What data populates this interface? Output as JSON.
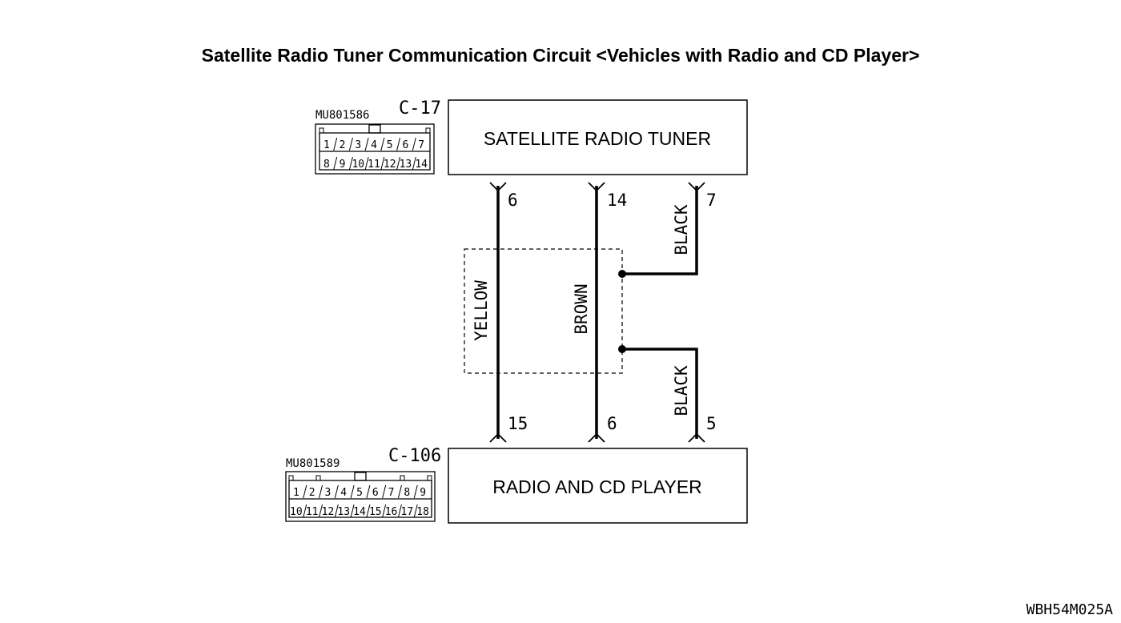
{
  "title": "Satellite Radio Tuner Communication Circuit <Vehicles with Radio and CD Player>",
  "components": {
    "tuner": {
      "label": "SATELLITE RADIO TUNER",
      "connector": "C-17",
      "part_number": "MU801586"
    },
    "radio": {
      "label": "RADIO AND CD PLAYER",
      "connector": "C-106",
      "part_number": "MU801589"
    }
  },
  "connector_c17_cavities": [
    "1",
    "2",
    "3",
    "4",
    "5",
    "6",
    "7",
    "8",
    "9",
    "10",
    "11",
    "12",
    "13",
    "14"
  ],
  "connector_c106_cavities": [
    "1",
    "2",
    "3",
    "4",
    "5",
    "6",
    "7",
    "8",
    "9",
    "10",
    "11",
    "12",
    "13",
    "14",
    "15",
    "16",
    "17",
    "18"
  ],
  "wires": [
    {
      "color": "YELLOW",
      "tuner_pin": "6",
      "radio_pin": "15"
    },
    {
      "color": "BROWN",
      "tuner_pin": "14",
      "radio_pin": "6"
    },
    {
      "color_top": "BLACK",
      "color_bottom": "BLACK",
      "tuner_pin": "7",
      "radio_pin": "5"
    }
  ],
  "diagram_code": "WBH54M025A"
}
